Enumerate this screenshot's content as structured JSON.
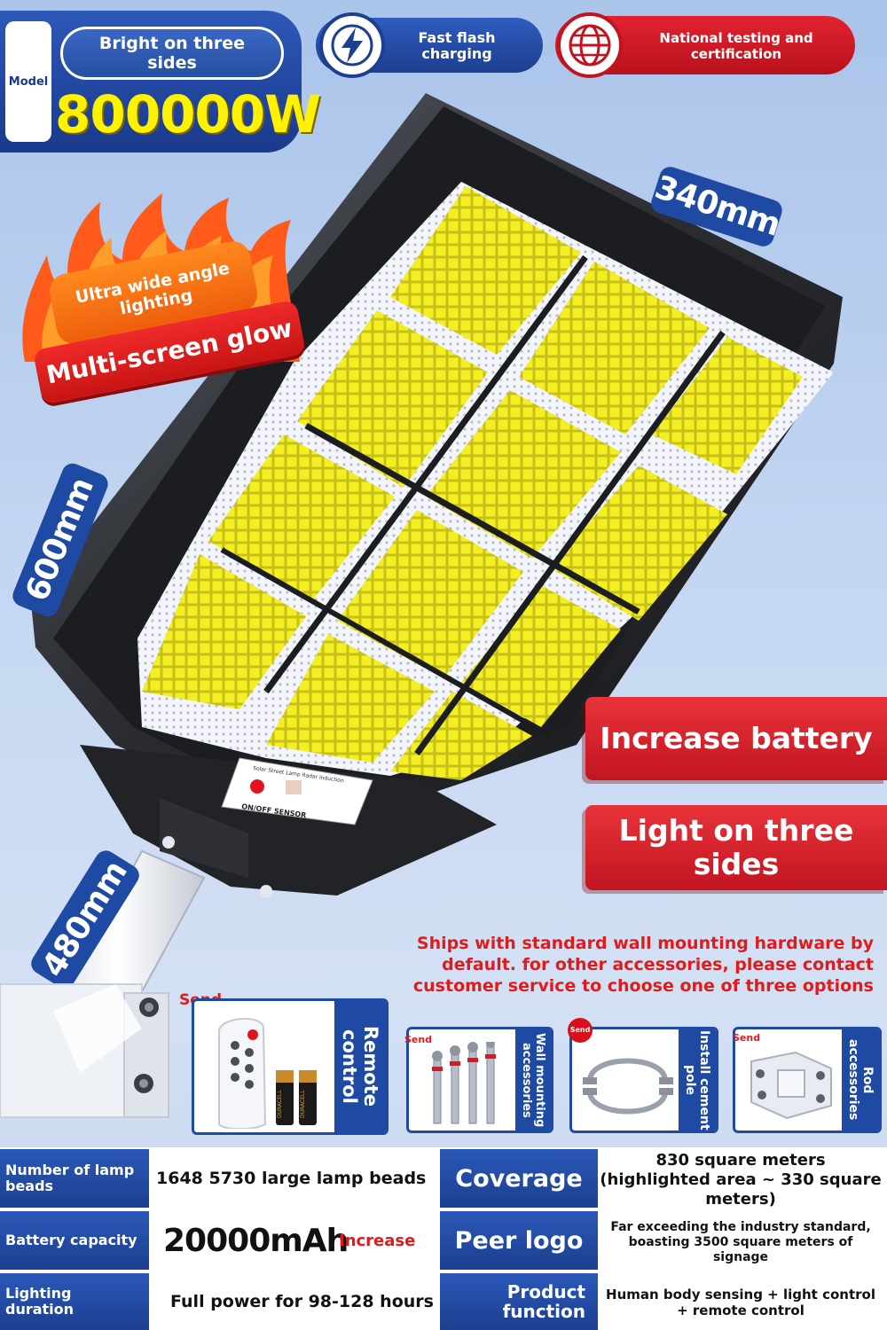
{
  "header": {
    "model_label": "Model",
    "bright_label": "Bright on three sides",
    "power": "800000W",
    "flash_label": "Fast flash charging",
    "cert_label": "National testing and certification"
  },
  "dimensions": {
    "width": "340mm",
    "length": "600mm",
    "pole": "480mm"
  },
  "promo": {
    "wide_angle": "Ultra wide angle lighting",
    "glow": "Multi-screen glow"
  },
  "lamp_panel": {
    "sensor_title": "Solar Street Lamp Radar Induction",
    "sensor_switch": "ON/OFF SENSOR"
  },
  "features": {
    "battery": "Increase battery",
    "sides": "Light on three sides"
  },
  "ships_note": "Ships with standard wall mounting hardware by default. for other accessories, please contact customer service to choose one of three options",
  "accessories": {
    "send": "Send",
    "remote": "Remote control",
    "battery_brand": "DURACELL",
    "wall": "Wall mounting accessories",
    "cement": "Install cement pole",
    "rod": "Rod accessories"
  },
  "specs": {
    "beads_label": "Number of lamp beads",
    "beads_value": "1648 5730 large lamp beads",
    "battery_label": "Battery capacity",
    "battery_value": "20000mAh",
    "battery_tag": "Increase",
    "duration_label": "Lighting duration",
    "duration_value": "Full power for 98-128 hours",
    "coverage_label": "Coverage",
    "coverage_value": "830 square meters (highlighted area ~ 330 square meters)",
    "peer_label": "Peer logo",
    "peer_value": "Far exceeding the industry standard, boasting 3500 square meters of signage",
    "function_label": "Product function",
    "function_value": "Human body sensing + light control + remote control"
  },
  "colors": {
    "brand_blue": "#1f4aa3",
    "accent_red": "#d8101c",
    "highlight_yellow": "#fff200",
    "led_yellow": "#f4ef22"
  }
}
